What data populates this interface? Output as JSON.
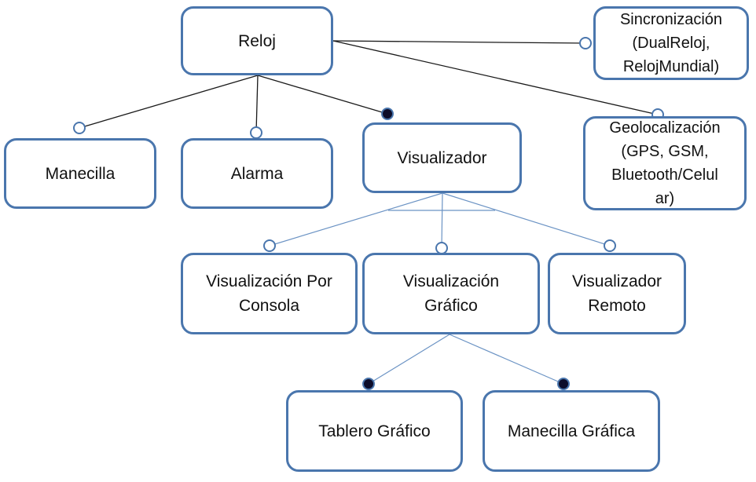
{
  "colors": {
    "node_border": "#4a76ad",
    "optional_edge": "#1a1a1a",
    "alt_edge": "#6b93c4",
    "mandatory_dot": "#0d0d2a"
  },
  "nodes": {
    "reloj": "Reloj",
    "sincronizacion": "Sincronización\n(DualReloj,\nRelojMundial)",
    "geolocalizacion": "Geolocalización\n(GPS, GSM,\nBluetooth/Celul\nar)",
    "manecilla": "Manecilla",
    "alarma": "Alarma",
    "visualizador": "Visualizador",
    "visualizacion_consola": "Visualización Por\nConsola",
    "visualizacion_grafico": "Visualización\nGráfico",
    "visualizador_remoto": "Visualizador\nRemoto",
    "tablero_grafico": "Tablero Gráfico",
    "manecilla_grafica": "Manecilla Gráfica"
  },
  "relations": [
    {
      "from": "reloj",
      "to": "sincronizacion",
      "kind": "optional"
    },
    {
      "from": "reloj",
      "to": "geolocalizacion",
      "kind": "optional"
    },
    {
      "from": "reloj",
      "to": "manecilla",
      "kind": "optional"
    },
    {
      "from": "reloj",
      "to": "alarma",
      "kind": "optional"
    },
    {
      "from": "reloj",
      "to": "visualizador",
      "kind": "mandatory"
    },
    {
      "from": "visualizador",
      "to": "visualizacion_consola",
      "kind": "optional"
    },
    {
      "from": "visualizador",
      "to": "visualizacion_grafico",
      "kind": "optional"
    },
    {
      "from": "visualizador",
      "to": "visualizador_remoto",
      "kind": "optional"
    },
    {
      "from": "visualizacion_grafico",
      "to": "tablero_grafico",
      "kind": "mandatory"
    },
    {
      "from": "visualizacion_grafico",
      "to": "manecilla_grafica",
      "kind": "mandatory"
    }
  ]
}
